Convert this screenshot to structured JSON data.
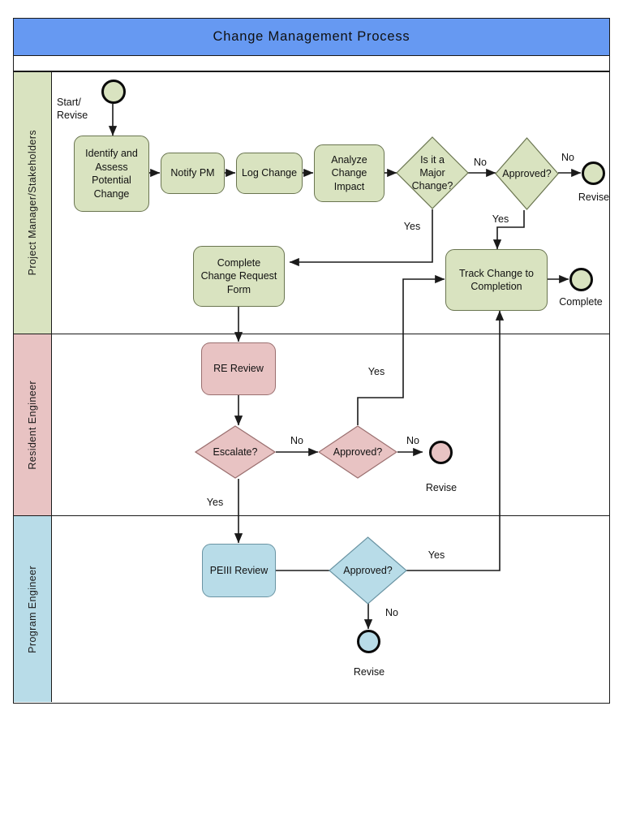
{
  "header": {
    "title": "Change Management Process"
  },
  "colors": {
    "title_bar": "#6699f2",
    "lane_pm": "#d9e3c0",
    "lane_re": "#e8c3c3",
    "lane_pe": "#b8dce8",
    "stroke": "#1a1a1a"
  },
  "lanes": [
    {
      "id": "pm",
      "label": "Project Manager/Stakeholders",
      "fill": "#d9e3c0"
    },
    {
      "id": "re",
      "label": "Resident Engineer",
      "fill": "#e8c3c3"
    },
    {
      "id": "pe",
      "label": "Program Engineer",
      "fill": "#b8dce8"
    }
  ],
  "nodes": {
    "start": {
      "label": "Start/\nRevise",
      "shape": "start-event"
    },
    "identify": {
      "label": "Identify and\nAssess\nPotential\nChange",
      "shape": "process"
    },
    "notify_pm": {
      "label": "Notify PM",
      "shape": "process"
    },
    "log_change": {
      "label": "Log Change",
      "shape": "process"
    },
    "analyze": {
      "label": "Analyze\nChange\nImpact",
      "shape": "process"
    },
    "major_change": {
      "label": "Is it a\nMajor\nChange?",
      "shape": "decision"
    },
    "pm_approved": {
      "label": "Approved?",
      "shape": "decision"
    },
    "pm_revise_end": {
      "label": "Revise",
      "shape": "end-event"
    },
    "complete_form": {
      "label": "Complete\nChange Request\nForm",
      "shape": "process"
    },
    "track_change": {
      "label": "Track Change to\nCompletion",
      "shape": "process"
    },
    "complete_end": {
      "label": "Complete",
      "shape": "end-event"
    },
    "re_review": {
      "label": "RE Review",
      "shape": "process"
    },
    "escalate": {
      "label": "Escalate?",
      "shape": "decision"
    },
    "re_approved": {
      "label": "Approved?",
      "shape": "decision"
    },
    "re_revise_end": {
      "label": "Revise",
      "shape": "end-event"
    },
    "peiii_review": {
      "label": "PEIII Review",
      "shape": "process"
    },
    "pe_approved": {
      "label": "Approved?",
      "shape": "decision"
    },
    "pe_revise_end": {
      "label": "Revise",
      "shape": "end-event"
    }
  },
  "edge_labels": {
    "major_no": "No",
    "major_yes": "Yes",
    "pm_approved_no": "No",
    "pm_approved_yes": "Yes",
    "escalate_no": "No",
    "escalate_yes": "Yes",
    "re_approved_no": "No",
    "re_approved_yes": "Yes",
    "pe_approved_no": "No",
    "pe_approved_yes": "Yes"
  },
  "chart_data": {
    "type": "diagram",
    "title": "Change Management Process",
    "diagram_kind": "swimlane-flowchart",
    "lanes": [
      "Project Manager/Stakeholders",
      "Resident Engineer",
      "Program Engineer"
    ],
    "edges": [
      {
        "from": "start",
        "to": "identify",
        "label": ""
      },
      {
        "from": "identify",
        "to": "notify_pm",
        "label": ""
      },
      {
        "from": "notify_pm",
        "to": "log_change",
        "label": ""
      },
      {
        "from": "log_change",
        "to": "analyze",
        "label": ""
      },
      {
        "from": "analyze",
        "to": "major_change",
        "label": ""
      },
      {
        "from": "major_change",
        "to": "pm_approved",
        "label": "No"
      },
      {
        "from": "major_change",
        "to": "complete_form",
        "label": "Yes"
      },
      {
        "from": "pm_approved",
        "to": "pm_revise_end",
        "label": "No"
      },
      {
        "from": "pm_approved",
        "to": "track_change",
        "label": "Yes"
      },
      {
        "from": "track_change",
        "to": "complete_end",
        "label": ""
      },
      {
        "from": "complete_form",
        "to": "re_review",
        "label": ""
      },
      {
        "from": "re_review",
        "to": "escalate",
        "label": ""
      },
      {
        "from": "escalate",
        "to": "re_approved",
        "label": "No"
      },
      {
        "from": "escalate",
        "to": "peiii_review",
        "label": "Yes"
      },
      {
        "from": "re_approved",
        "to": "re_revise_end",
        "label": "No"
      },
      {
        "from": "re_approved",
        "to": "track_change",
        "label": "Yes"
      },
      {
        "from": "peiii_review",
        "to": "pe_approved",
        "label": ""
      },
      {
        "from": "pe_approved",
        "to": "pe_revise_end",
        "label": "No"
      },
      {
        "from": "pe_approved",
        "to": "track_change",
        "label": "Yes"
      }
    ]
  }
}
